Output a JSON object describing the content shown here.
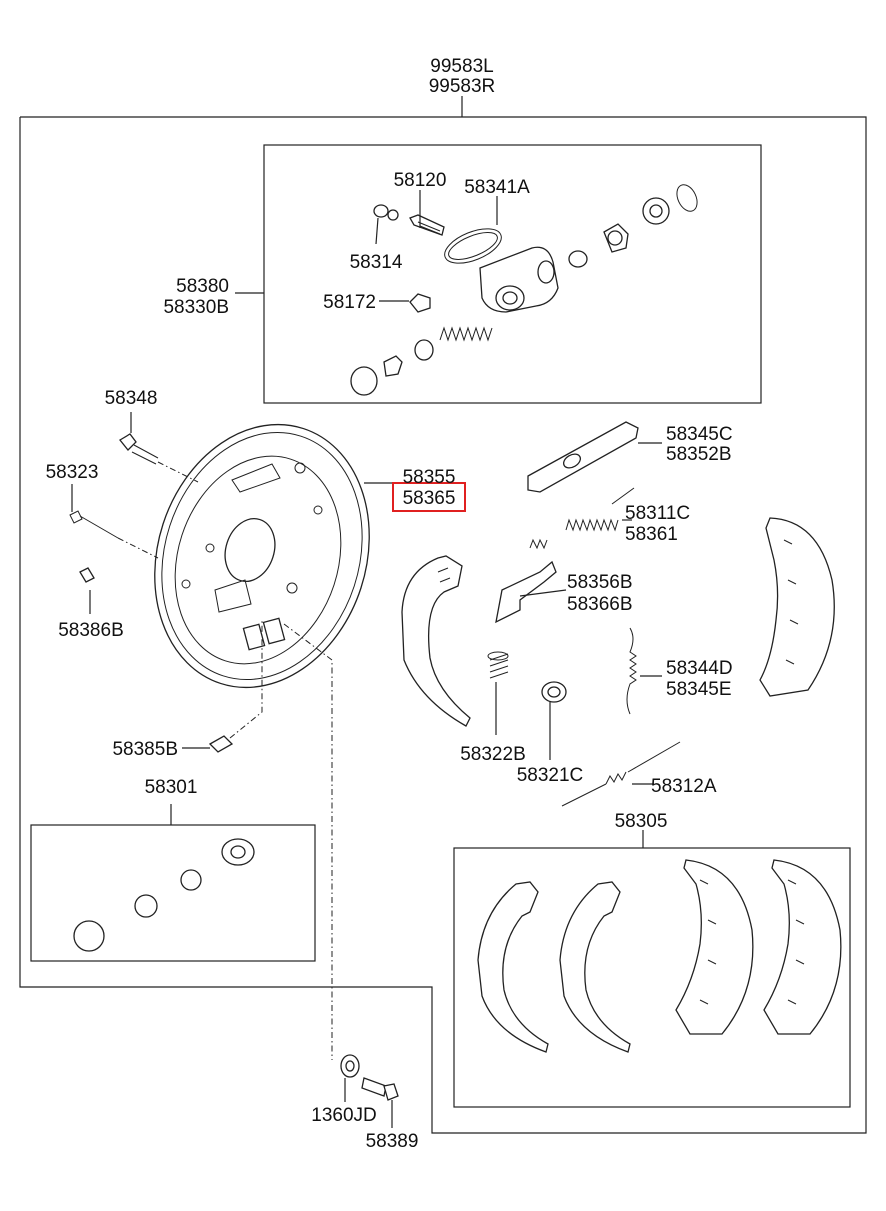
{
  "labels": {
    "assembly_l": "99583L",
    "assembly_r": "99583R",
    "p58120": "58120",
    "p58341A": "58341A",
    "p58314": "58314",
    "p58380": "58380",
    "p58330B": "58330B",
    "p58172": "58172",
    "p58348": "58348",
    "p58323": "58323",
    "p58386B": "58386B",
    "p58385B": "58385B",
    "p58355": "58355",
    "p58365": "58365",
    "p58345C": "58345C",
    "p58352B": "58352B",
    "p58311C": "58311C",
    "p58361": "58361",
    "p58356B": "58356B",
    "p58366B": "58366B",
    "p58344D": "58344D",
    "p58345E": "58345E",
    "p58322B": "58322B",
    "p58321C": "58321C",
    "p58312A": "58312A",
    "p58301": "58301",
    "p58305": "58305",
    "p1360JD": "1360JD",
    "p58389": "58389"
  },
  "highlight": {
    "label": "58365",
    "color": "#e02020"
  }
}
